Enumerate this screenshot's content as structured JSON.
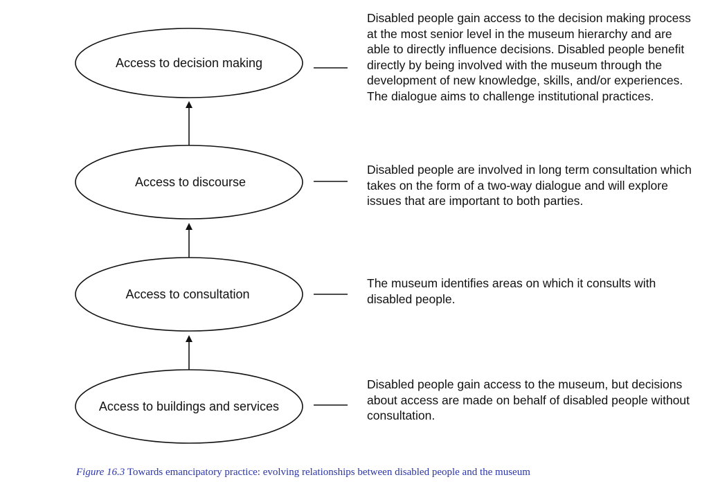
{
  "levels": [
    {
      "label": "Access to decision making",
      "description": "Disabled people gain access to the decision making process at the most senior level in the museum hierarchy and are able to directly influence decisions. Disabled people benefit directly by being involved with the museum through the development of new knowledge, skills, and/or experiences. The dialogue aims to challenge institutional practices."
    },
    {
      "label": "Access to discourse",
      "description": "Disabled people are involved in long term consultation which takes on the form of a two-way dialogue and will explore issues that are important to both parties."
    },
    {
      "label": "Access to consultation",
      "description": "The museum identifies areas on which it consults with disabled people."
    },
    {
      "label": "Access to buildings and services",
      "description": "Disabled people gain access to the museum, but decisions about access are made on behalf of disabled people without consultation."
    }
  ],
  "caption": {
    "figure_label": "Figure 16.3",
    "text": " Towards emancipatory practice: evolving relationships between disabled people and the museum"
  },
  "colors": {
    "stroke": "#111111",
    "caption": "#2b35a6"
  }
}
